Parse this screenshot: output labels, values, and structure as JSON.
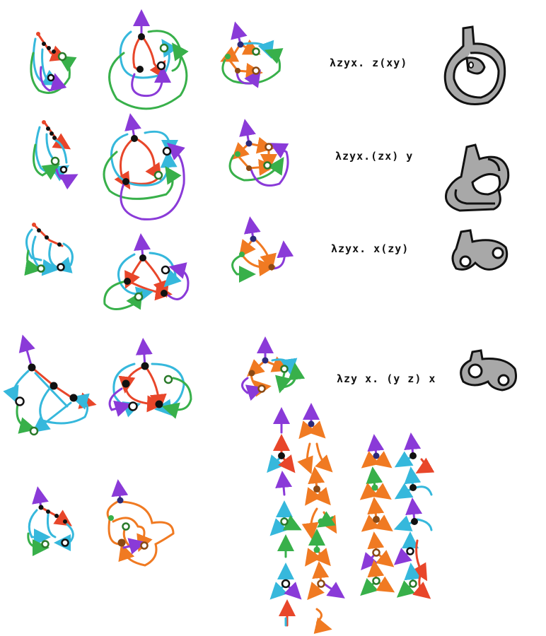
{
  "terms": [
    "λzyx. z(xy)",
    "λzyx.(zx) y",
    "λzyx. x(zy)",
    "λzy x. (y z) x"
  ],
  "colors": {
    "red": "#e8462a",
    "cyan": "#36b8dc",
    "green": "#38b04a",
    "purple": "#8a3ad8",
    "orange": "#f07a22",
    "brown": "#8b4a14",
    "navy": "#2c2a78",
    "black": "#111111",
    "gray": "#a8a8a8"
  }
}
